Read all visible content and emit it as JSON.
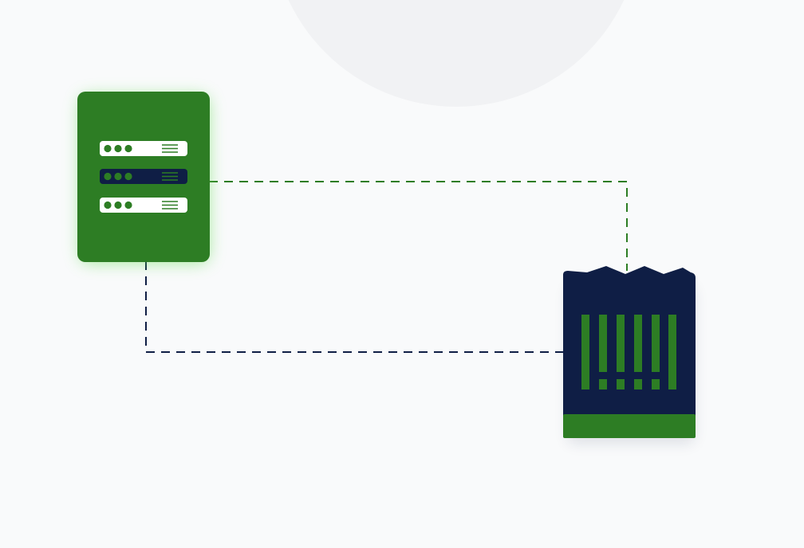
{
  "colors": {
    "background": "#f9fafb",
    "background_circle": "#f1f2f4",
    "server_card": "#2d7d24",
    "server_glow": "#5fdc4e",
    "server_row_light": "#ffffff",
    "server_row_dark": "#0f1e45",
    "server_dot_on_light": "#2d7d24",
    "server_dot_on_dark": "#2d7d24",
    "receipt_body": "#0f1e45",
    "receipt_footer": "#2d7d24",
    "barcode_bar": "#2d7d24",
    "connector_green": "#2d7d24",
    "connector_navy": "#0f1e45"
  },
  "nodes": {
    "server": {
      "icon": "server-rack-icon",
      "rows": [
        {
          "state": "light"
        },
        {
          "state": "dark"
        },
        {
          "state": "light"
        }
      ]
    },
    "receipt": {
      "icon": "barcode-receipt-icon"
    }
  },
  "edges": [
    {
      "from": "server",
      "to": "receipt",
      "style": "dashed",
      "color": "green"
    },
    {
      "from": "server",
      "to": "receipt",
      "style": "dashed",
      "color": "navy"
    }
  ]
}
